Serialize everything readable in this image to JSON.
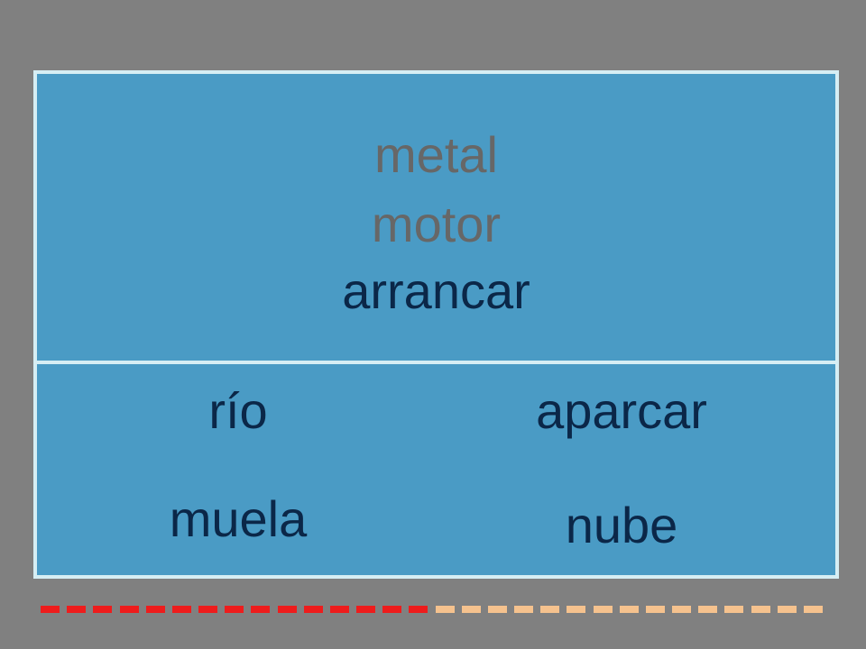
{
  "question": {
    "clues": [
      "metal",
      "motor"
    ],
    "target": "arrancar"
  },
  "answers": [
    "río",
    "aparcar",
    "muela",
    "nube"
  ],
  "progress": {
    "done": 15,
    "total": 30,
    "done_color": "#ee1c1c",
    "remaining_color": "#f5c28e"
  }
}
